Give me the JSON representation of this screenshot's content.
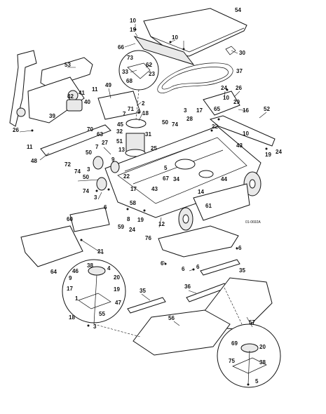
{
  "diagram_code": "01-0692A",
  "callouts": [
    {
      "id": "c54",
      "text": "54"
    },
    {
      "id": "c10a",
      "text": "10"
    },
    {
      "id": "c19a",
      "text": "19"
    },
    {
      "id": "c10b",
      "text": "10"
    },
    {
      "id": "c66",
      "text": "66"
    },
    {
      "id": "c30",
      "text": "30"
    },
    {
      "id": "c73",
      "text": "73"
    },
    {
      "id": "c62",
      "text": "62"
    },
    {
      "id": "c33",
      "text": "33"
    },
    {
      "id": "c23",
      "text": "23"
    },
    {
      "id": "c68",
      "text": "68"
    },
    {
      "id": "c37",
      "text": "37"
    },
    {
      "id": "c53",
      "text": "53"
    },
    {
      "id": "c11a",
      "text": "11"
    },
    {
      "id": "c49",
      "text": "49"
    },
    {
      "id": "c2",
      "text": "2"
    },
    {
      "id": "c71",
      "text": "71"
    },
    {
      "id": "c18a",
      "text": "18"
    },
    {
      "id": "c24a",
      "text": "24"
    },
    {
      "id": "c26a",
      "text": "26"
    },
    {
      "id": "c10c",
      "text": "10"
    },
    {
      "id": "c29",
      "text": "29"
    },
    {
      "id": "c65",
      "text": "65"
    },
    {
      "id": "c16",
      "text": "16"
    },
    {
      "id": "c52",
      "text": "52"
    },
    {
      "id": "c42",
      "text": "42"
    },
    {
      "id": "c41",
      "text": "41"
    },
    {
      "id": "c40",
      "text": "40"
    },
    {
      "id": "c39",
      "text": "39"
    },
    {
      "id": "c9a",
      "text": "9"
    },
    {
      "id": "c7a",
      "text": "7"
    },
    {
      "id": "c3a",
      "text": "3"
    },
    {
      "id": "c50a",
      "text": "50"
    },
    {
      "id": "c74a",
      "text": "74"
    },
    {
      "id": "c28",
      "text": "28"
    },
    {
      "id": "c17a",
      "text": "17"
    },
    {
      "id": "c22a",
      "text": "22"
    },
    {
      "id": "c45",
      "text": "45"
    },
    {
      "id": "c31",
      "text": "31"
    },
    {
      "id": "c10d",
      "text": "10"
    },
    {
      "id": "c26b",
      "text": "26"
    },
    {
      "id": "c70",
      "text": "70"
    },
    {
      "id": "c63",
      "text": "63"
    },
    {
      "id": "c32",
      "text": "32"
    },
    {
      "id": "c27",
      "text": "27"
    },
    {
      "id": "c51",
      "text": "51"
    },
    {
      "id": "c25",
      "text": "25"
    },
    {
      "id": "c43a",
      "text": "43"
    },
    {
      "id": "c19b",
      "text": "19"
    },
    {
      "id": "c24b",
      "text": "24"
    },
    {
      "id": "c11b",
      "text": "11"
    },
    {
      "id": "c48",
      "text": "48"
    },
    {
      "id": "c72",
      "text": "72"
    },
    {
      "id": "c50b",
      "text": "50"
    },
    {
      "id": "c7b",
      "text": "7"
    },
    {
      "id": "c13",
      "text": "13"
    },
    {
      "id": "c74b",
      "text": "74"
    },
    {
      "id": "c9b",
      "text": "9"
    },
    {
      "id": "c3b",
      "text": "3"
    },
    {
      "id": "c22b",
      "text": "22"
    },
    {
      "id": "c5a",
      "text": "5"
    },
    {
      "id": "c67",
      "text": "67"
    },
    {
      "id": "c34",
      "text": "34"
    },
    {
      "id": "c44",
      "text": "44"
    },
    {
      "id": "c50c",
      "text": "50"
    },
    {
      "id": "c74c",
      "text": "74"
    },
    {
      "id": "c3c",
      "text": "3"
    },
    {
      "id": "c17b",
      "text": "17"
    },
    {
      "id": "c43b",
      "text": "43"
    },
    {
      "id": "c14",
      "text": "14"
    },
    {
      "id": "c6a",
      "text": "6"
    },
    {
      "id": "c58",
      "text": "58"
    },
    {
      "id": "c61",
      "text": "61"
    },
    {
      "id": "c60",
      "text": "60"
    },
    {
      "id": "c8",
      "text": "8"
    },
    {
      "id": "c19c",
      "text": "19"
    },
    {
      "id": "c59",
      "text": "59"
    },
    {
      "id": "c24c",
      "text": "24"
    },
    {
      "id": "c12",
      "text": "12"
    },
    {
      "id": "c21",
      "text": "21"
    },
    {
      "id": "c76",
      "text": "76"
    },
    {
      "id": "c6b",
      "text": "6"
    },
    {
      "id": "c6c",
      "text": "6"
    },
    {
      "id": "c64",
      "text": "64"
    },
    {
      "id": "c6d",
      "text": "6"
    },
    {
      "id": "c6e",
      "text": "6"
    },
    {
      "id": "c35a",
      "text": "35"
    },
    {
      "id": "c38a",
      "text": "38"
    },
    {
      "id": "c4",
      "text": "4"
    },
    {
      "id": "c46",
      "text": "46"
    },
    {
      "id": "c9c",
      "text": "9"
    },
    {
      "id": "c20a",
      "text": "20"
    },
    {
      "id": "c17c",
      "text": "17"
    },
    {
      "id": "c19d",
      "text": "19"
    },
    {
      "id": "c1",
      "text": "1"
    },
    {
      "id": "c47",
      "text": "47"
    },
    {
      "id": "c55",
      "text": "55"
    },
    {
      "id": "c18b",
      "text": "18"
    },
    {
      "id": "c3d",
      "text": "3"
    },
    {
      "id": "c35b",
      "text": "35"
    },
    {
      "id": "c36",
      "text": "36"
    },
    {
      "id": "c56",
      "text": "56"
    },
    {
      "id": "c57",
      "text": "57"
    },
    {
      "id": "c69",
      "text": "69"
    },
    {
      "id": "c20b",
      "text": "20"
    },
    {
      "id": "c75",
      "text": "75"
    },
    {
      "id": "c38b",
      "text": "38"
    },
    {
      "id": "c5b",
      "text": "5"
    }
  ]
}
